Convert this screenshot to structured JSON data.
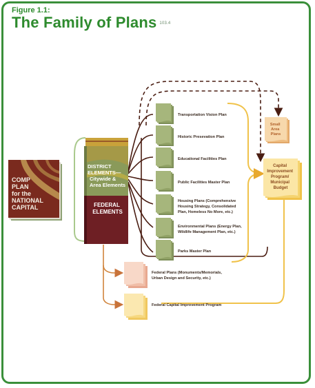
{
  "figure": {
    "label": "Figure 1.1:",
    "title": "The Family of Plans",
    "ref": "103.4"
  },
  "comp_plan": {
    "lines": [
      "COMP",
      "PLAN",
      "for the",
      "NATIONAL",
      "CAPITAL"
    ]
  },
  "district": {
    "lines": [
      "DISTRICT",
      "ELEMENTS—",
      "Citywide &",
      "Area Elements"
    ]
  },
  "federal": {
    "lines": [
      "FEDERAL",
      "ELEMENTS"
    ]
  },
  "district_plans": [
    {
      "lines": [
        "Transportation Vision Plan"
      ]
    },
    {
      "lines": [
        "Historic Presevation Plan"
      ]
    },
    {
      "lines": [
        "Educational Facilities Plan"
      ]
    },
    {
      "lines": [
        "Public Facilities Master Plan"
      ]
    },
    {
      "lines": [
        "Housing Plans (Comprehensive",
        "Housing Strategy, Consolidated",
        "Plan, Homeless No More, etc.)"
      ]
    },
    {
      "lines": [
        "Environmental Plans (Energy Plan,",
        "Wildlife Management Plan, etc.)"
      ]
    },
    {
      "lines": [
        "Parks Master Plan"
      ]
    }
  ],
  "small_area": {
    "lines": [
      "Small",
      "Area",
      "Plans"
    ]
  },
  "cip": {
    "lines": [
      "Capital",
      "Improvement",
      "Program/",
      "Municipal",
      "Budget"
    ]
  },
  "federal_plans": [
    {
      "lines": [
        "Federal Plans (Monuments/Memorials,",
        "Urban Design and Security, etc.)"
      ]
    },
    {
      "lines": [
        "Federal Capital Improvement Program"
      ]
    }
  ],
  "colors": {
    "frame": "#3a8f3a",
    "title": "#2e8b2e",
    "green_doc": "#9fb07a",
    "comp_red": "#7a2a1e",
    "federal_red": "#6e1f24",
    "connector_green": "#a9c98c",
    "connector_brown": "#4a1d12",
    "connector_yellow": "#f0c24a",
    "connector_orange": "#d0843c"
  }
}
